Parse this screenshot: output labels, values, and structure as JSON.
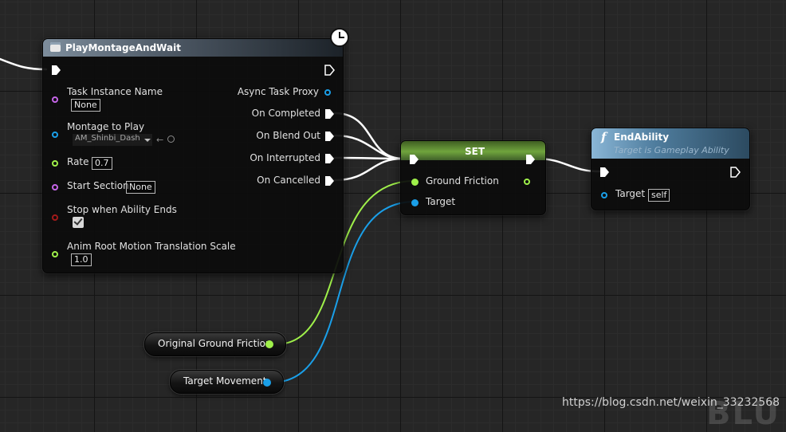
{
  "play_montage": {
    "title": "PlayMontageAndWait",
    "inputs": {
      "task_instance_name": {
        "label": "Task Instance Name",
        "value": "None"
      },
      "montage_to_play": {
        "label": "Montage to Play",
        "value": "AM_Shinbi_Dash"
      },
      "rate": {
        "label": "Rate",
        "value": "0.7"
      },
      "start_section": {
        "label": "Start Section",
        "value": "None"
      },
      "stop_when_ability_ends": {
        "label": "Stop when Ability Ends"
      },
      "anim_root_motion": {
        "label": "Anim Root Motion Translation Scale",
        "value": "1.0"
      }
    },
    "outputs": {
      "async_task_proxy": "Async Task Proxy",
      "on_completed": "On Completed",
      "on_blend_out": "On Blend Out",
      "on_interrupted": "On Interrupted",
      "on_cancelled": "On Cancelled"
    }
  },
  "set_node": {
    "title": "SET",
    "ground_friction": "Ground Friction",
    "target": "Target"
  },
  "end_ability": {
    "icon": "f",
    "title": "EndAbility",
    "subtitle": "Target is Gameplay Ability",
    "target_label": "Target",
    "target_value": "self"
  },
  "variables": {
    "original_ground_friction": "Original Ground Friction",
    "target_movement": "Target Movement"
  },
  "watermark": "https://blog.csdn.net/weixin_33232568",
  "colors": {
    "exec": "#ffffff",
    "float": "#9ff04a",
    "object": "#1a9fe8",
    "name": "#c565e8",
    "bool": "#a11a1a",
    "set_header": "#5b7f33",
    "end_header": "#3e6d8c"
  }
}
